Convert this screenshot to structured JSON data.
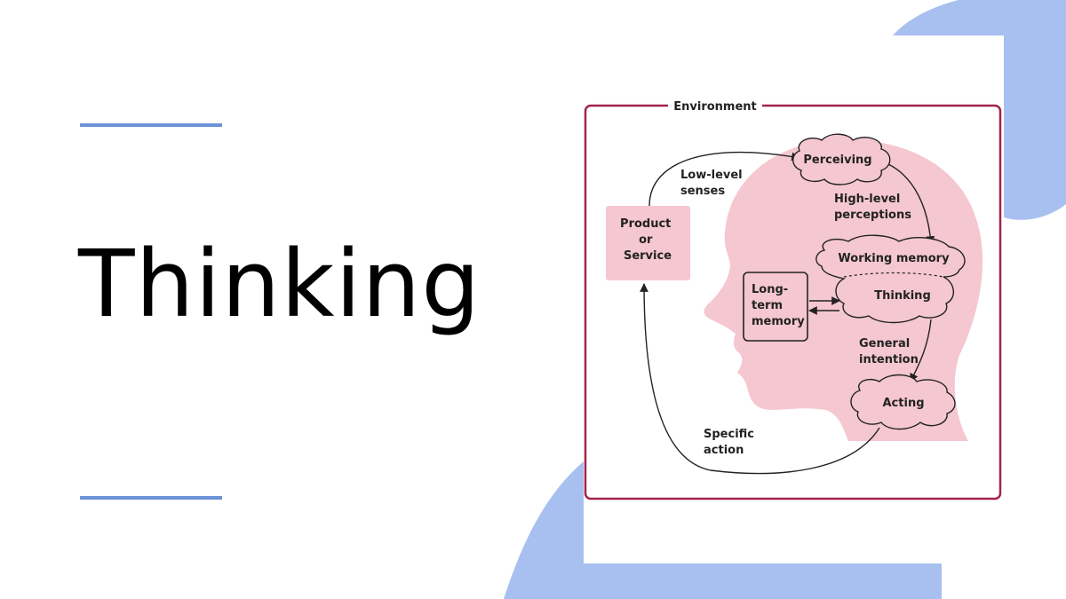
{
  "slide": {
    "title": "Thinking",
    "accent_color": "#6a93d8",
    "decor_color": "#a7c0f0"
  },
  "diagram": {
    "environment_label": "Environment",
    "product_label": [
      "Product",
      "or",
      "Service"
    ],
    "low_level_label": [
      "Low-level",
      "senses"
    ],
    "perceiving": "Perceiving",
    "high_level_label": [
      "High-level",
      "perceptions"
    ],
    "working_memory": "Working memory",
    "thinking": "Thinking",
    "long_term_memory": [
      "Long-",
      "term",
      "memory"
    ],
    "general_intention": [
      "General",
      "intention"
    ],
    "acting": "Acting",
    "specific_action": [
      "Specific",
      "action"
    ],
    "head_color": "#f5c7d0",
    "frame_color": "#a3234a"
  }
}
